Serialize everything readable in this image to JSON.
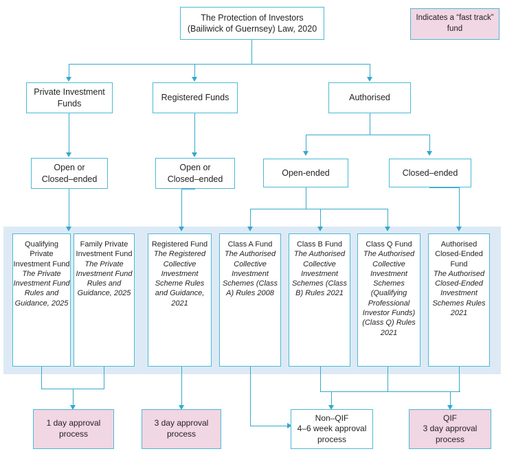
{
  "legend": {
    "text": "Indicates a “fast track” fund",
    "fill": "#f1d6e3",
    "border": "#4bb9d4"
  },
  "colors": {
    "connector": "#35a9c9",
    "box_border": "#4bb9d4",
    "band": "#ddeaf6",
    "fast_track_fill": "#f1d6e3",
    "text": "#231f20"
  },
  "root": {
    "line1": "The Protection of Investors",
    "line2": "(Bailiwick of Guernsey) Law, 2020"
  },
  "level1": [
    {
      "line1": "Private Investment",
      "line2": "Funds"
    },
    {
      "line1": "Registered Funds",
      "line2": ""
    },
    {
      "line1": "Authorised",
      "line2": ""
    }
  ],
  "level2": [
    {
      "line1": "Open or",
      "line2": "Closed–ended"
    },
    {
      "line1": "Open or",
      "line2": "Closed–ended"
    },
    {
      "line1": "Open-ended",
      "line2": ""
    },
    {
      "line1": "Closed–ended",
      "line2": ""
    }
  ],
  "funds": [
    {
      "title": "Qualifying Private Investment Fund",
      "rules": "The Private Investment Fund Rules and Guidance, 2025"
    },
    {
      "title": "Family Private Investment Fund",
      "rules": "The Private Investment Fund Rules and Guidance, 2025"
    },
    {
      "title": "Registered Fund",
      "rules": "The Registered Collective Investment Scheme Rules and Guidance, 2021"
    },
    {
      "title": "Class A Fund",
      "rules": "The Authorised Collective Investment Schemes (Class A) Rules 2008"
    },
    {
      "title": "Class B Fund",
      "rules": "The Authorised Collective Investment Schemes (Class B) Rules 2021"
    },
    {
      "title": "Class Q Fund",
      "rules": "The Authorised Collective Investment Schemes (Qualifying Professional Investor Funds) (Class Q) Rules 2021"
    },
    {
      "title": "Authorised Closed-Ended Fund",
      "rules": "The Authorised Closed-Ended Investment Schemes Rules 2021"
    }
  ],
  "outcomes": [
    {
      "line1": "1 day approval",
      "line2": "process",
      "line3": "",
      "fast_track": true
    },
    {
      "line1": "3 day approval",
      "line2": "process",
      "line3": "",
      "fast_track": true
    },
    {
      "line1": "Non–QIF",
      "line2": "4–6 week approval",
      "line3": "process",
      "fast_track": false
    },
    {
      "line1": "QIF",
      "line2": "3 day approval",
      "line3": "process",
      "fast_track": true
    }
  ]
}
